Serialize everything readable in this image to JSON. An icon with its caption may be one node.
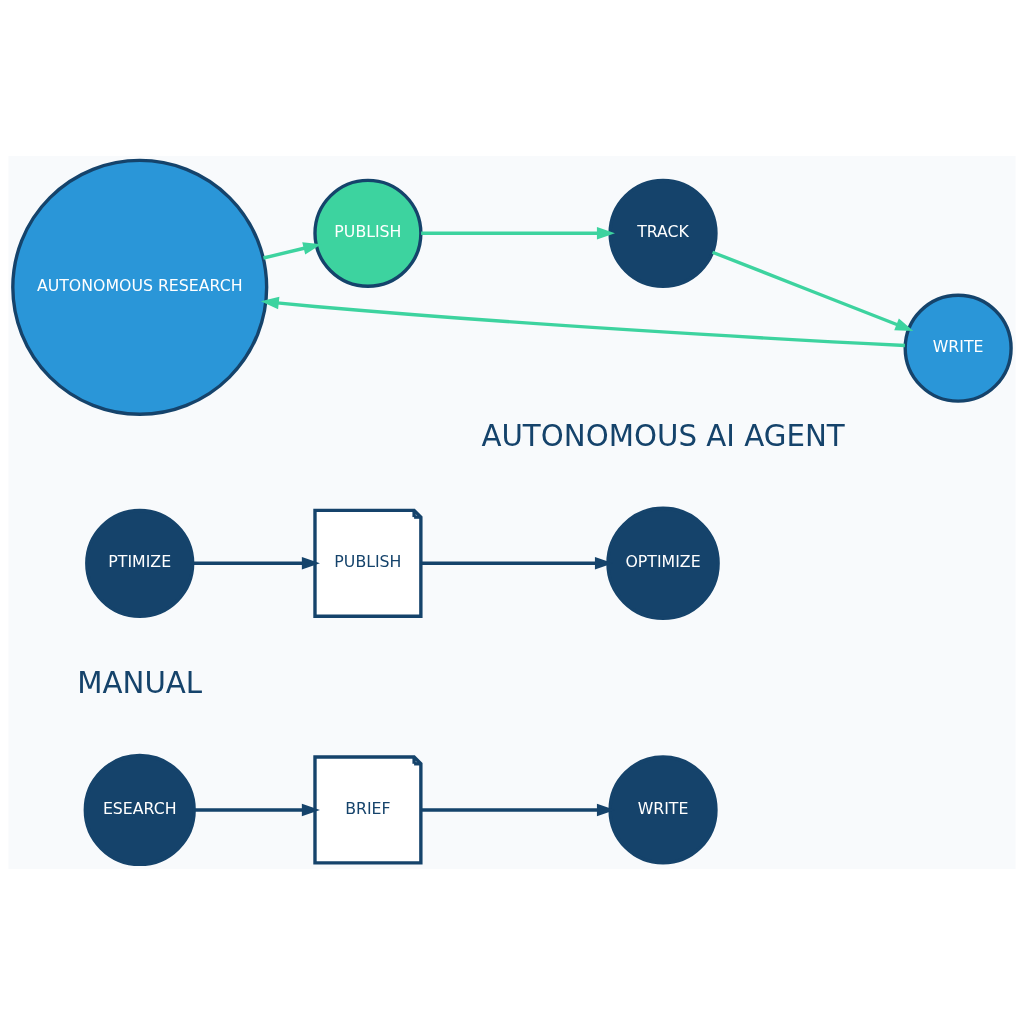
{
  "diagram": {
    "nodes": [
      {
        "text": [
          "ESEARCH"
        ]
      },
      {
        "text": [
          "BRIEF"
        ]
      },
      {
        "text": [
          "WRITE"
        ]
      },
      {
        "text": [
          "PTIMIZE"
        ]
      },
      {
        "text": [
          "PUBLISH"
        ]
      },
      {
        "text": [
          "OPTIMIZE"
        ]
      },
      {
        "text": [
          "AUTONOMOUS RESEARCH"
        ]
      },
      {
        "text": [
          "PUBLISH"
        ]
      },
      {
        "text": [
          "TRACK"
        ]
      },
      {
        "text": [
          "WRITE"
        ]
      }
    ],
    "edges": [
      {
        "from": 0,
        "to": 1,
        "arrow": "to"
      },
      {
        "from": 1,
        "to": 2,
        "arrow": "to"
      },
      {
        "from": 3,
        "to": 4,
        "arrow": "to"
      },
      {
        "from": 4,
        "to": 5,
        "arrow": "to"
      },
      {
        "from": 9,
        "to": 6,
        "arrow": "to",
        "color": "#3dd39f"
      },
      {
        "from": 6,
        "to": 7,
        "arrow": "to",
        "color": "#3dd39f"
      },
      {
        "from": 7,
        "to": 8,
        "arrow": "to",
        "color": "#3dd39f"
      },
      {
        "from": 8,
        "to": 9,
        "arrow": "to",
        "color": "#3dd39f"
      }
    ],
    "labels": [
      "MANUAL",
      "AUTONOMOUS AI AGENT"
    ]
  }
}
